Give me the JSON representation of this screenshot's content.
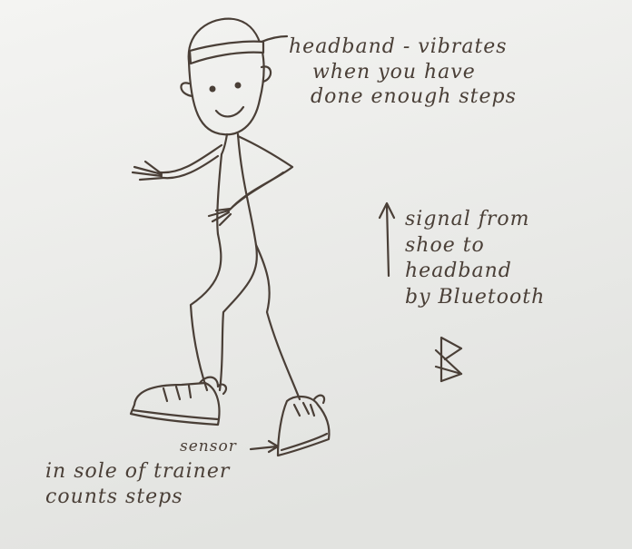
{
  "colors": {
    "paper_top": "#f4f4f2",
    "paper_bottom": "#e2e3e0",
    "ink": "#4a3f37",
    "band_fill": "#efefeb"
  },
  "annotations": {
    "headband": [
      "headband - vibrates",
      "when you have",
      "done enough steps"
    ],
    "signal": [
      "signal from",
      "shoe to",
      "headband",
      "by Bluetooth"
    ],
    "sensor_tag": "sensor",
    "sole_note": [
      "in sole of trainer",
      "counts steps"
    ]
  },
  "icons": {
    "bluetooth": "bluetooth-icon",
    "arrow": "up-arrow-icon"
  }
}
